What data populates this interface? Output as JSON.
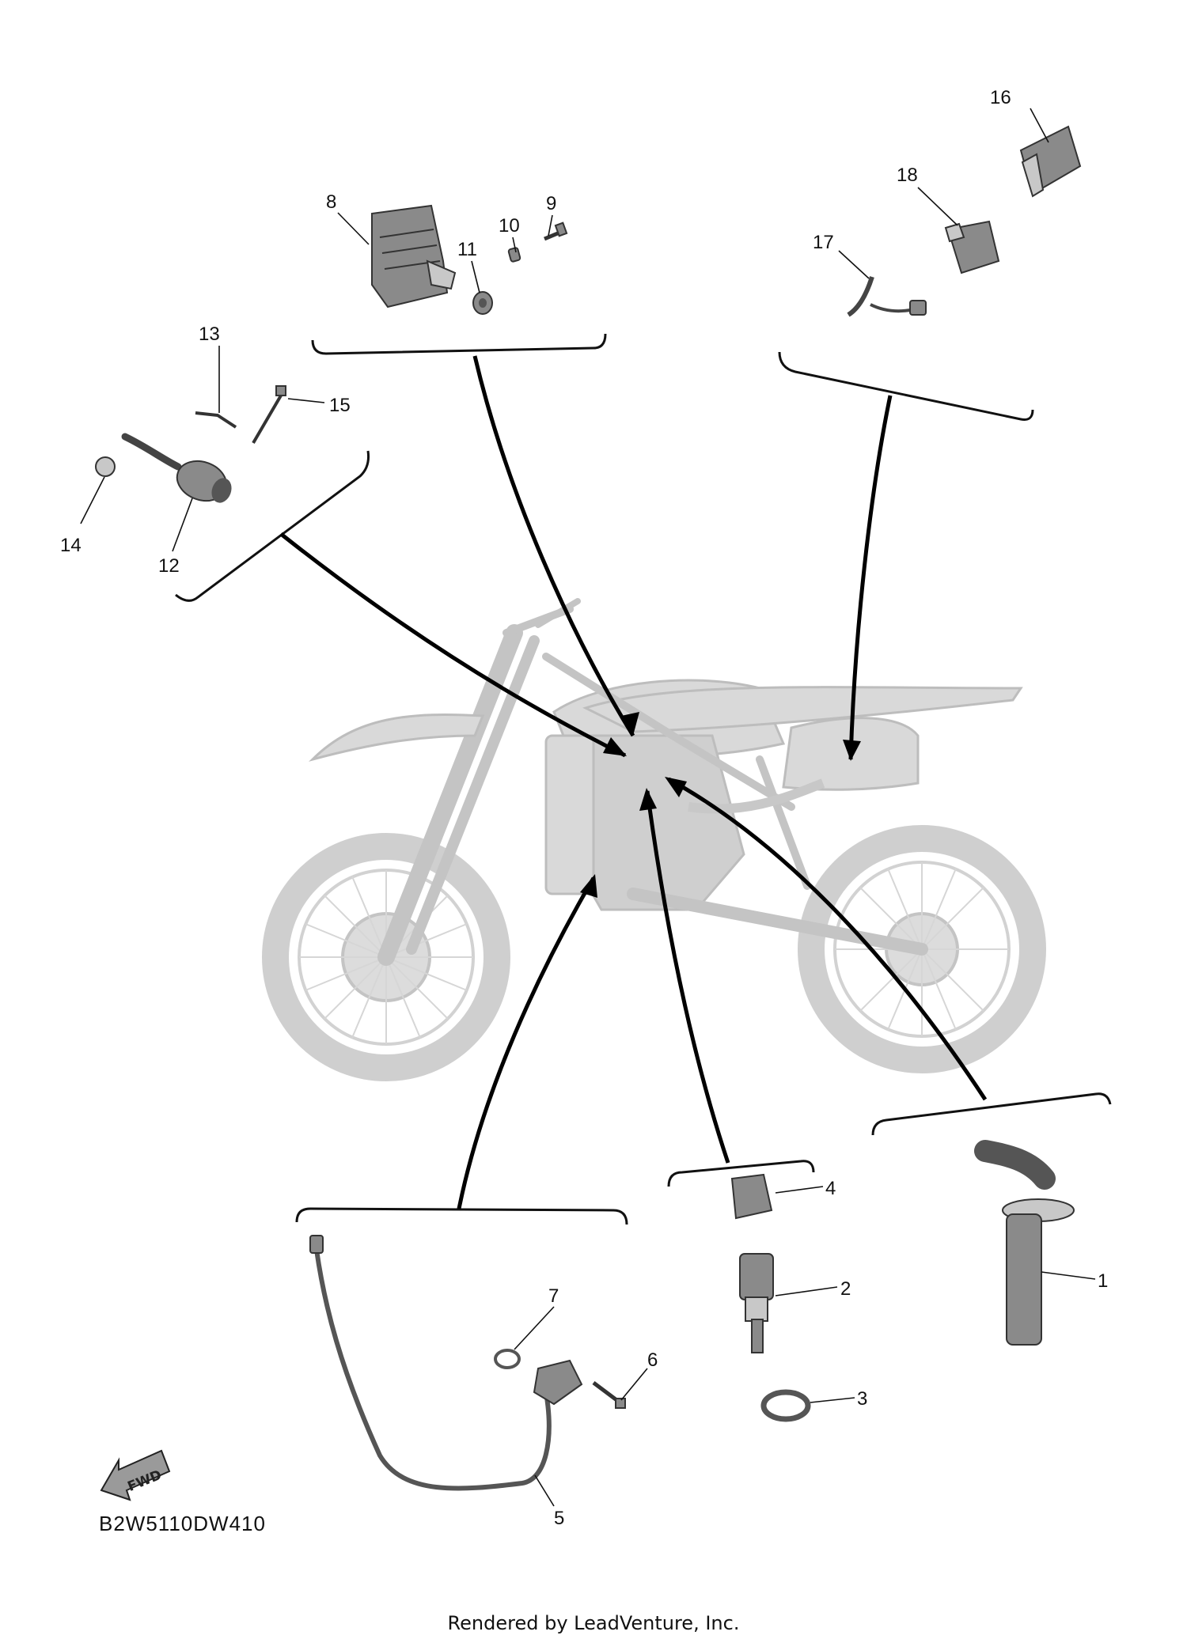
{
  "diagram_code": "B2W5110DW410",
  "footer": "Rendered by LeadVenture, Inc.",
  "fwd_label": "FWD",
  "callouts": {
    "c1": "1",
    "c2": "2",
    "c3": "3",
    "c4": "4",
    "c5": "5",
    "c6": "6",
    "c7": "7",
    "c8": "8",
    "c9": "9",
    "c10": "10",
    "c11": "11",
    "c12": "12",
    "c13": "13",
    "c14": "14",
    "c15": "15",
    "c16": "16",
    "c17": "17",
    "c18": "18"
  },
  "icons": {
    "fwd_arrow": "fwd-arrow-icon",
    "motorcycle": "motorcycle-icon"
  },
  "colors": {
    "ink": "#111111",
    "bike_fill": "#d9d9d9",
    "part_fill": "#8a8a8a"
  }
}
